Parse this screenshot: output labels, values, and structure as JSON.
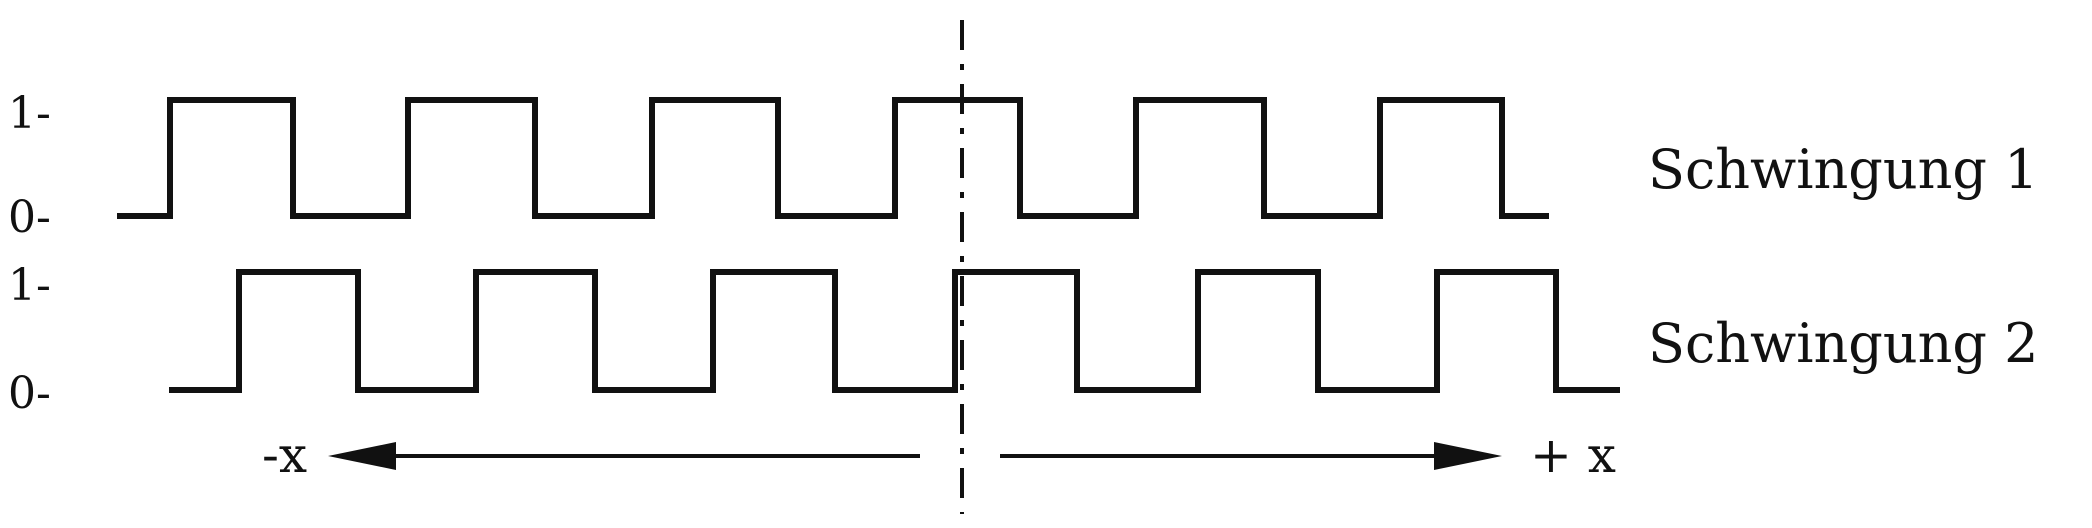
{
  "colors": {
    "ink": "#111111",
    "background": "#ffffff"
  },
  "signals": [
    {
      "name": "Schwingung 1",
      "level_high_label": "1-",
      "level_low_label": "0-",
      "levels": [
        0,
        1,
        0,
        1,
        0,
        1,
        0,
        1,
        0,
        1,
        0,
        1,
        0
      ]
    },
    {
      "name": "Schwingung 2",
      "level_high_label": "1-",
      "level_low_label": "0-",
      "levels": [
        0,
        1,
        0,
        1,
        0,
        1,
        0,
        1,
        0,
        1,
        0,
        1,
        0
      ]
    }
  ],
  "direction": {
    "negative_label": "-x",
    "positive_label": "+ x"
  }
}
